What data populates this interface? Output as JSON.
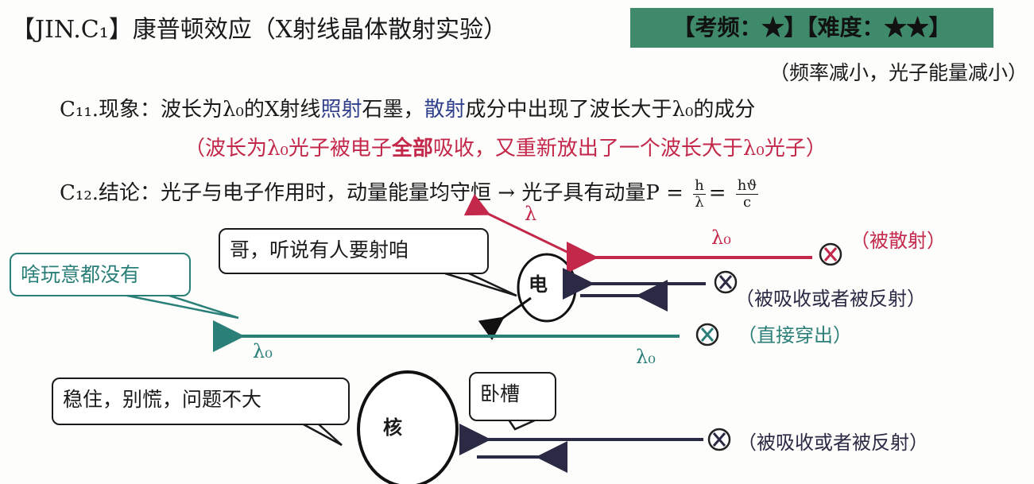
{
  "header": {
    "title": "【JIN.C₁】康普顿效应（X射线晶体散射实验）",
    "badge": "【考频：★】【难度：★★】",
    "note": "（频率减小，光子能量减小）"
  },
  "c11": {
    "label": "C₁₁.现象：",
    "text_a": "波长为λ₀的X射线",
    "text_b": "照射",
    "text_c": "石墨，",
    "text_d": "散射",
    "text_e": "成分中出现了波长大于λ₀的成分",
    "explain_a": "（波长为λ₀光子被电子",
    "explain_b": "全部",
    "explain_c": "吸收，又重新放出了一个波长大于λ₀光子）"
  },
  "c12": {
    "label": "C₁₂.结论：",
    "text": "光子与电子作用时，动量能量均守恒 → 光子具有动量P =",
    "frac1_num": "h",
    "frac1_den": "λ",
    "eq": "=",
    "frac2_num": "hϑ",
    "frac2_den": "c"
  },
  "diagram": {
    "electron_label": "电",
    "nucleus_label": "核",
    "bubble_electron": "哥，听说有人要射咱",
    "bubble_teal": "啥玩意都没有",
    "bubble_nucleus": "稳住，别慌，问题不大",
    "bubble_nucleus2": "卧槽",
    "lambda_scattered": "λ",
    "lambda0_red": "λ₀",
    "lambda0_teal_left": "λ₀",
    "lambda0_teal_right": "λ₀",
    "label_scattered": "（被散射）",
    "label_absorbed_electron": "（被吸收或者被反射）",
    "label_pass": "（直接穿出）",
    "label_absorbed_nucleus": "（被吸收或者被反射）",
    "photon_symbol": "X",
    "colors": {
      "red": "#c3274a",
      "teal": "#2a7f78",
      "dark": "#2b2a45",
      "badge": "#3f8a6b"
    }
  }
}
